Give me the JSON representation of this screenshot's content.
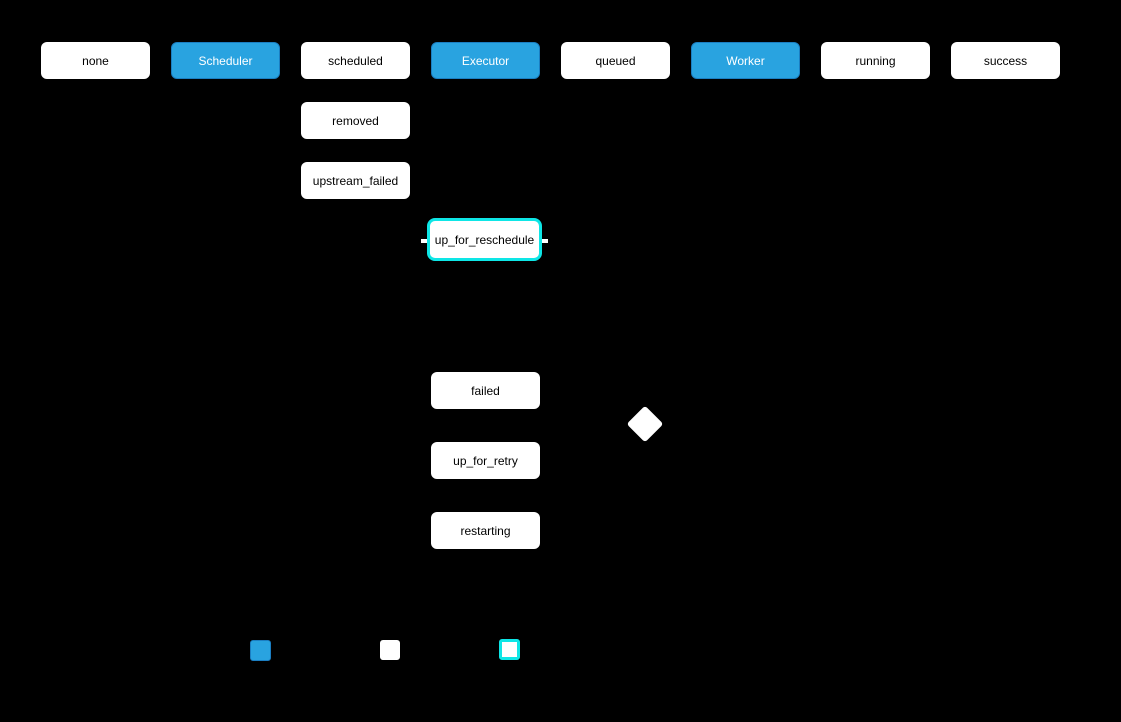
{
  "colors": {
    "background": "#000000",
    "node_fill_white": "#FFFFFF",
    "node_fill_blue": "#29A3E0",
    "node_border_blue": "#1B7EC2",
    "highlight_cyan": "#0EE6E6",
    "text_dark": "#000000",
    "text_light": "#FFFFFF"
  },
  "nodes": [
    {
      "label": "none",
      "variant": "state-white"
    },
    {
      "label": "Scheduler",
      "variant": "component-blue"
    },
    {
      "label": "scheduled",
      "variant": "state-white"
    },
    {
      "label": "Executor",
      "variant": "component-blue"
    },
    {
      "label": "queued",
      "variant": "state-white"
    },
    {
      "label": "Worker",
      "variant": "component-blue"
    },
    {
      "label": "running",
      "variant": "state-white"
    },
    {
      "label": "success",
      "variant": "state-white"
    },
    {
      "label": "removed",
      "variant": "state-white"
    },
    {
      "label": "upstream_failed",
      "variant": "state-white"
    },
    {
      "label": "up_for_reschedule",
      "variant": "state-highlighted-cyan"
    },
    {
      "label": "failed",
      "variant": "state-white"
    },
    {
      "label": "up_for_retry",
      "variant": "state-white"
    },
    {
      "label": "restarting",
      "variant": "state-white"
    }
  ],
  "decision_diamond": {
    "shape": "diamond",
    "fill": "#FFFFFF"
  },
  "legend": {
    "swatches": [
      {
        "style": "blue-filled",
        "fill": "#29A3E0"
      },
      {
        "style": "white-filled",
        "fill": "#FFFFFF"
      },
      {
        "style": "white-cyan-border",
        "fill": "#FFFFFF",
        "border": "#0EE6E6"
      }
    ]
  }
}
